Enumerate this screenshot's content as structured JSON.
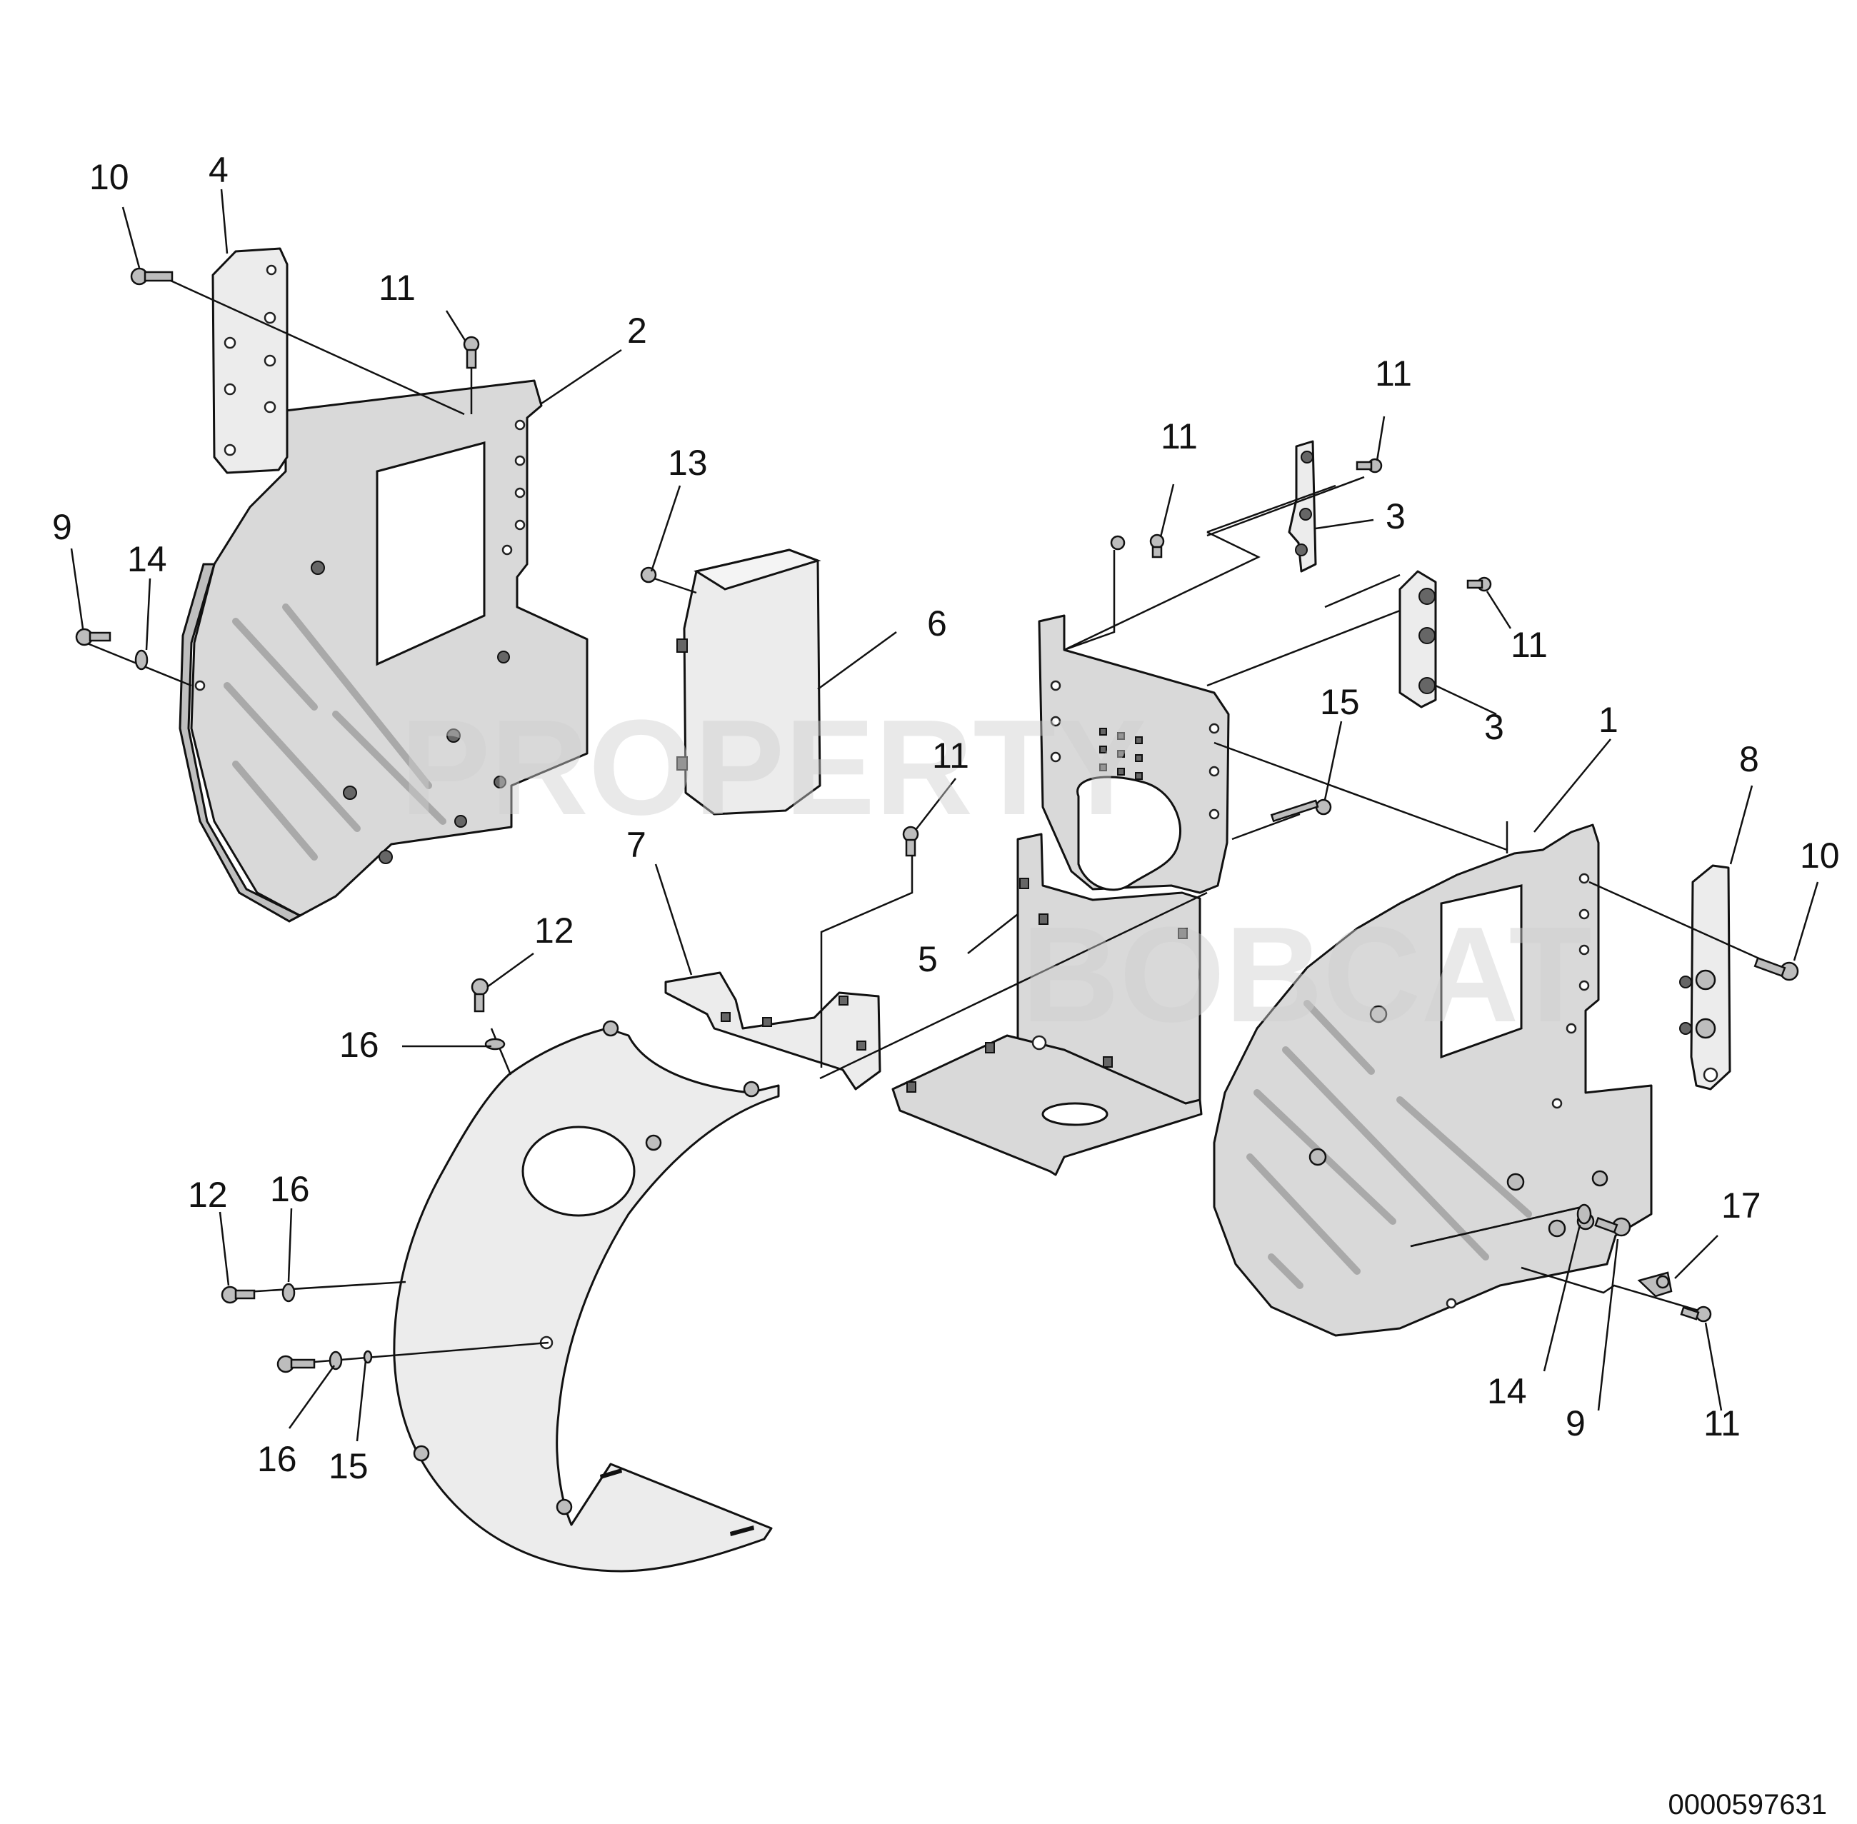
{
  "diagram": {
    "callouts": {
      "c1": "1",
      "c2": "2",
      "c3a": "3",
      "c3b": "3",
      "c4": "4",
      "c5": "5",
      "c6": "6",
      "c7": "7",
      "c8": "8",
      "c9a": "9",
      "c9b": "9",
      "c10a": "10",
      "c10b": "10",
      "c11a": "11",
      "c11b": "11",
      "c11c": "11",
      "c11d": "11",
      "c11e": "11",
      "c11f": "11",
      "c12a": "12",
      "c12b": "12",
      "c13": "13",
      "c14a": "14",
      "c14b": "14",
      "c15a": "15",
      "c15b": "15",
      "c16a": "16",
      "c16b": "16",
      "c16c": "16",
      "c17": "17"
    },
    "document_number": "0000597631",
    "watermark": {
      "left": "PROPERTY",
      "right": "BOBCAT"
    }
  }
}
